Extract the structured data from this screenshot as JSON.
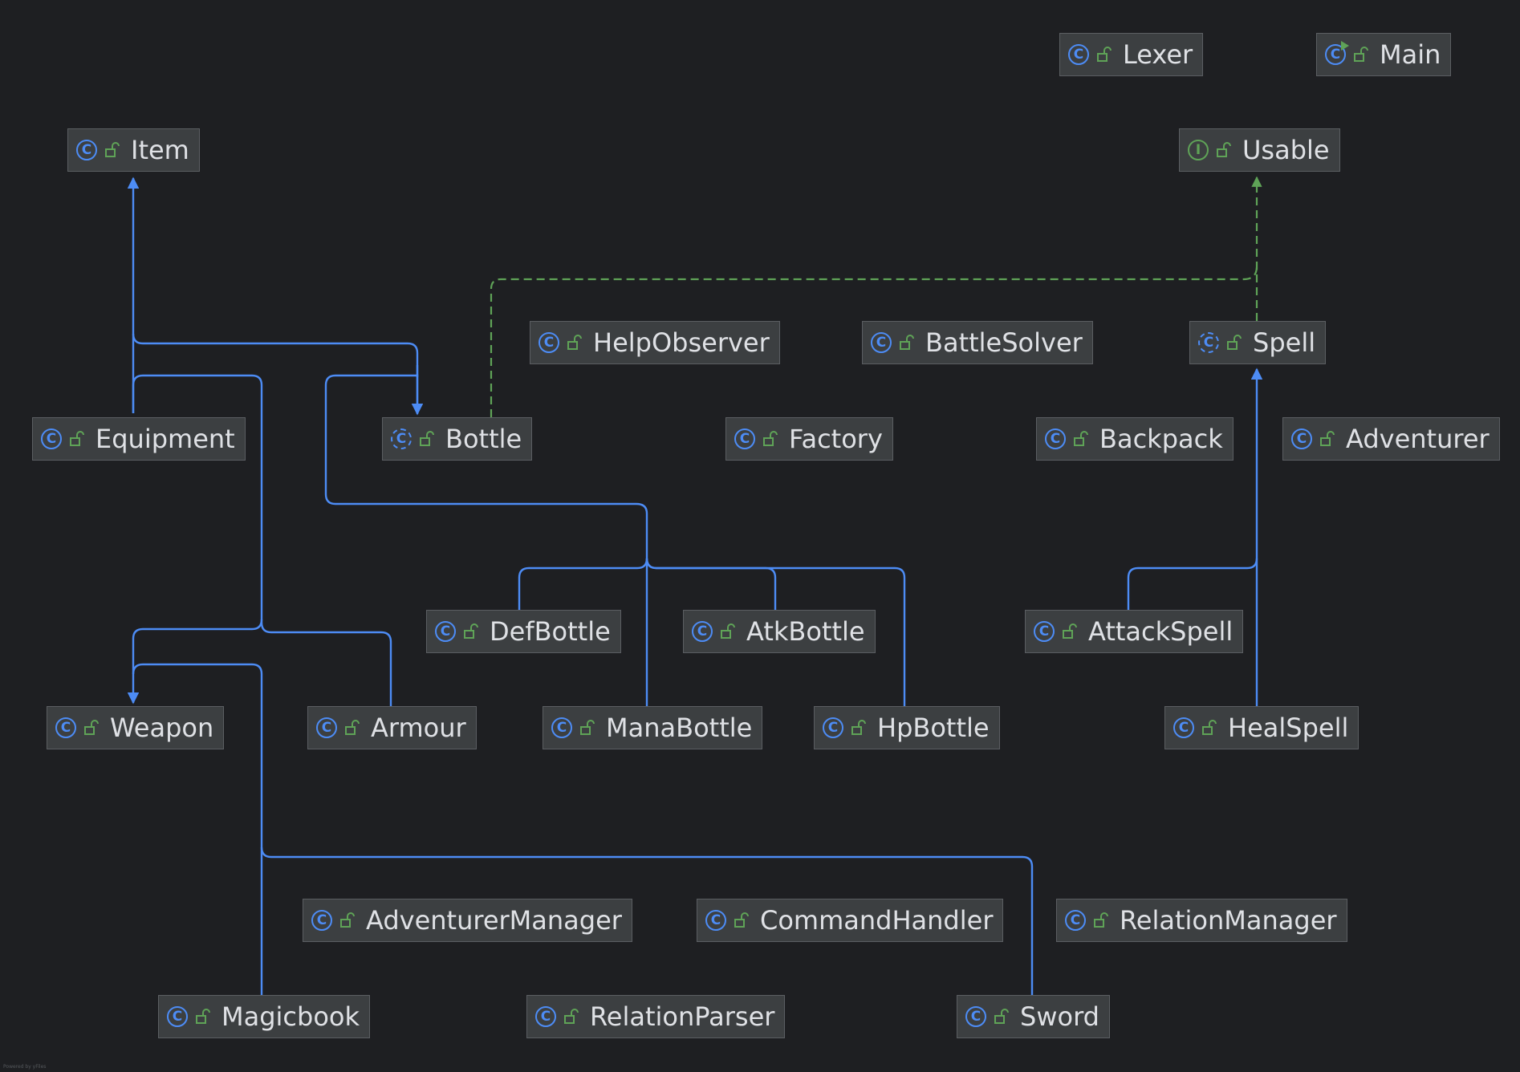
{
  "colors": {
    "background": "#1e1f22",
    "node_fill": "#3c3f41",
    "node_border": "#5b5e62",
    "text": "#dfe1e5",
    "extends_edge": "#4d8cf5",
    "implements_edge": "#5fa357",
    "visibility_icon": "#5fa357"
  },
  "nodes": {
    "lexer": {
      "label": "Lexer",
      "kind": "class"
    },
    "main": {
      "label": "Main",
      "kind": "runnable-class"
    },
    "item": {
      "label": "Item",
      "kind": "class"
    },
    "usable": {
      "label": "Usable",
      "kind": "interface"
    },
    "helpobserver": {
      "label": "HelpObserver",
      "kind": "class"
    },
    "battlesolver": {
      "label": "BattleSolver",
      "kind": "class"
    },
    "spell": {
      "label": "Spell",
      "kind": "abstract-class"
    },
    "equipment": {
      "label": "Equipment",
      "kind": "class"
    },
    "bottle": {
      "label": "Bottle",
      "kind": "abstract-class"
    },
    "factory": {
      "label": "Factory",
      "kind": "class"
    },
    "backpack": {
      "label": "Backpack",
      "kind": "class"
    },
    "adventurer": {
      "label": "Adventurer",
      "kind": "class"
    },
    "defbottle": {
      "label": "DefBottle",
      "kind": "class"
    },
    "atkbottle": {
      "label": "AtkBottle",
      "kind": "class"
    },
    "attackspell": {
      "label": "AttackSpell",
      "kind": "class"
    },
    "weapon": {
      "label": "Weapon",
      "kind": "class"
    },
    "armour": {
      "label": "Armour",
      "kind": "class"
    },
    "manabottle": {
      "label": "ManaBottle",
      "kind": "class"
    },
    "hpbottle": {
      "label": "HpBottle",
      "kind": "class"
    },
    "healspell": {
      "label": "HealSpell",
      "kind": "class"
    },
    "adventurermanager": {
      "label": "AdventurerManager",
      "kind": "class"
    },
    "commandhandler": {
      "label": "CommandHandler",
      "kind": "class"
    },
    "relationmanager": {
      "label": "RelationManager",
      "kind": "class"
    },
    "magicbook": {
      "label": "Magicbook",
      "kind": "class"
    },
    "relationparser": {
      "label": "RelationParser",
      "kind": "class"
    },
    "sword": {
      "label": "Sword",
      "kind": "class"
    }
  },
  "edges": [
    {
      "from": "equipment",
      "to": "item",
      "type": "extends"
    },
    {
      "from": "bottle",
      "to": "item",
      "type": "extends"
    },
    {
      "from": "weapon",
      "to": "equipment",
      "type": "extends"
    },
    {
      "from": "armour",
      "to": "equipment",
      "type": "extends"
    },
    {
      "from": "defbottle",
      "to": "bottle",
      "type": "extends"
    },
    {
      "from": "atkbottle",
      "to": "bottle",
      "type": "extends"
    },
    {
      "from": "manabottle",
      "to": "bottle",
      "type": "extends"
    },
    {
      "from": "hpbottle",
      "to": "bottle",
      "type": "extends"
    },
    {
      "from": "magicbook",
      "to": "weapon",
      "type": "extends"
    },
    {
      "from": "sword",
      "to": "weapon",
      "type": "extends"
    },
    {
      "from": "attackspell",
      "to": "spell",
      "type": "extends"
    },
    {
      "from": "healspell",
      "to": "spell",
      "type": "extends"
    },
    {
      "from": "bottle",
      "to": "usable",
      "type": "implements"
    },
    {
      "from": "spell",
      "to": "usable",
      "type": "implements"
    }
  ],
  "footnote": "Powered by yFiles"
}
